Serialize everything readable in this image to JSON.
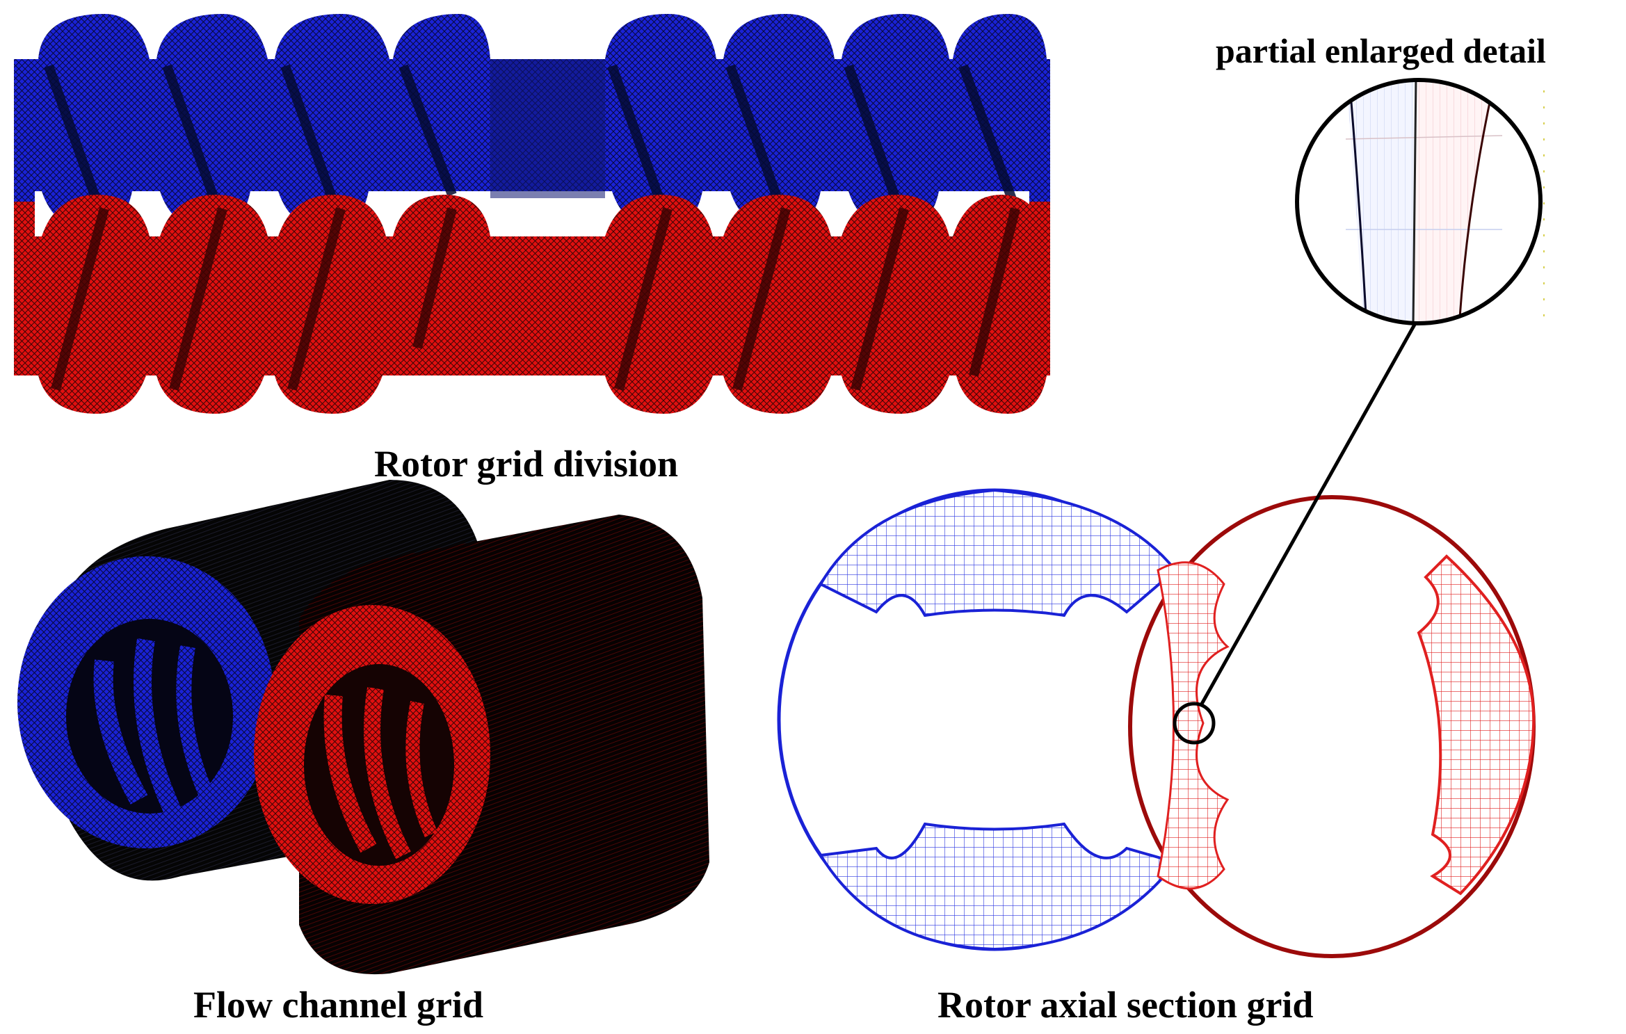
{
  "captions": {
    "rotor_grid_division": "Rotor grid division",
    "flow_channel_grid": "Flow channel grid",
    "rotor_axial_section_grid": "Rotor axial section grid",
    "partial_enlarged_detail": "partial enlarged detail"
  },
  "colors": {
    "blue_mesh": "#1a22d6",
    "red_mesh": "#e01010",
    "dark_shell": "#0a0a0a",
    "dark_red_outline": "#9c0a0a",
    "light_blue_mesh": "#b8c2ee",
    "light_red_mesh": "#f2b8c0"
  }
}
